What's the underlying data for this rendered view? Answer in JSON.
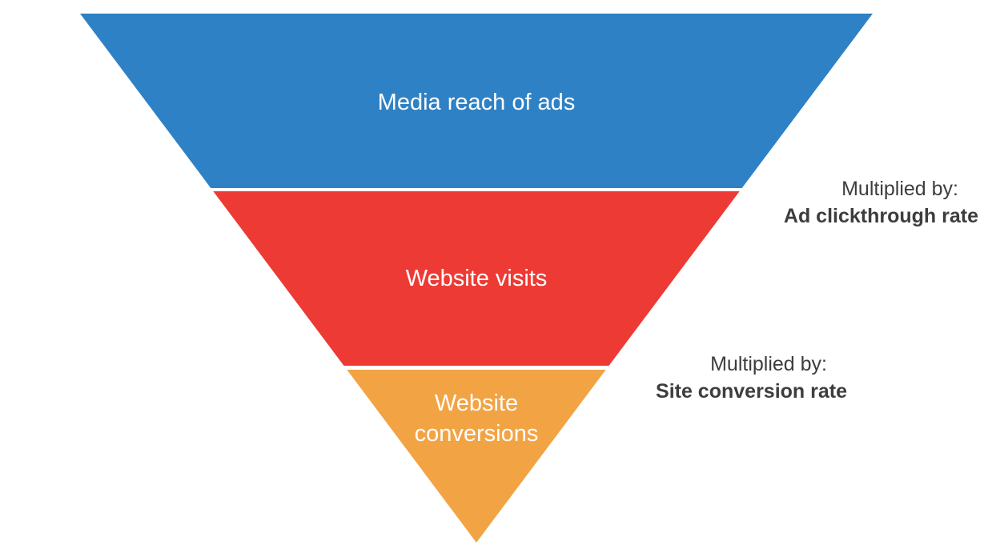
{
  "background_color": "#ffffff",
  "funnel": {
    "layers": [
      {
        "name": "media-reach-of-ads",
        "label": "Media reach of ads",
        "color": "#2e81c4",
        "text_color": "#ffffff"
      },
      {
        "name": "website-visits",
        "label": "Website visits",
        "color": "#ee3a34",
        "text_color": "#ffffff"
      },
      {
        "name": "website-conversions",
        "label": "Website conversions",
        "lines": [
          "Website",
          "conversions"
        ],
        "color": "#f2a444",
        "text_color": "#ffffff"
      }
    ]
  },
  "annotations": [
    {
      "prefix": "Multiplied by:",
      "value": "Ad clickthrough rate"
    },
    {
      "prefix": "Multiplied by:",
      "value": "Site conversion rate"
    }
  ],
  "annotation_text_color": "#3d3d3d"
}
